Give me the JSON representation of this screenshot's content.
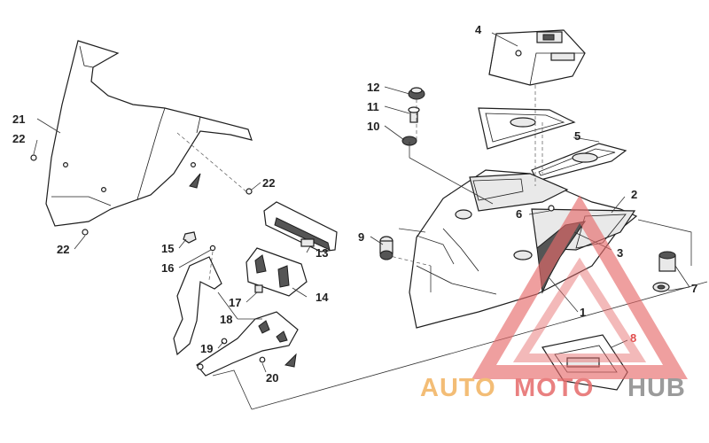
{
  "callouts": {
    "c1": "1",
    "c2": "2",
    "c3": "3",
    "c4": "4",
    "c5": "5",
    "c6": "6",
    "c7": "7",
    "c8": "8",
    "c9": "9",
    "c10": "10",
    "c11": "11",
    "c12": "12",
    "c13": "13",
    "c14": "14",
    "c15": "15",
    "c16": "16",
    "c17": "17",
    "c18": "18",
    "c19": "19",
    "c20": "20",
    "c21": "21",
    "c22a": "22",
    "c22b": "22",
    "c22c": "22"
  },
  "watermark": {
    "part_a": "AUTO",
    "part_b": "MOTO",
    "part_c": "HUB",
    "colors": {
      "orange": "#f2b25f",
      "red": "#e66a6a",
      "grey": "#8a8a8a"
    }
  }
}
